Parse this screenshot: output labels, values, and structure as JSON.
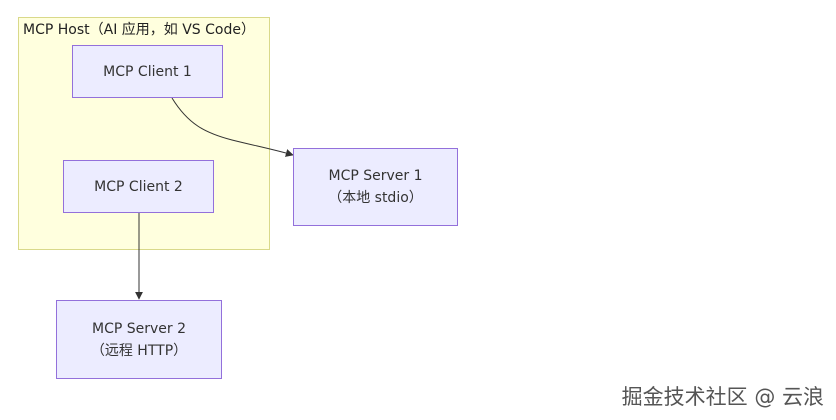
{
  "host": {
    "label": "MCP Host（AI 应用，如 VS Code）"
  },
  "nodes": {
    "client1": {
      "line1": "MCP Client 1"
    },
    "client2": {
      "line1": "MCP Client 2"
    },
    "server1": {
      "line1": "MCP Server 1",
      "line2": "（本地 stdio）"
    },
    "server2": {
      "line1": "MCP Server 2",
      "line2": "（远程 HTTP）"
    }
  },
  "edges": [
    {
      "from": "MCP Client 1",
      "to": "MCP Server 1"
    },
    {
      "from": "MCP Client 2",
      "to": "MCP Server 2"
    }
  ],
  "colors": {
    "node_fill": "#ececff",
    "node_border": "#9370db",
    "cluster_fill": "#ffffde",
    "cluster_border": "#d9d98a",
    "edge": "#333333"
  },
  "watermark": {
    "text": "掘金技术社区 @ 云浪"
  }
}
